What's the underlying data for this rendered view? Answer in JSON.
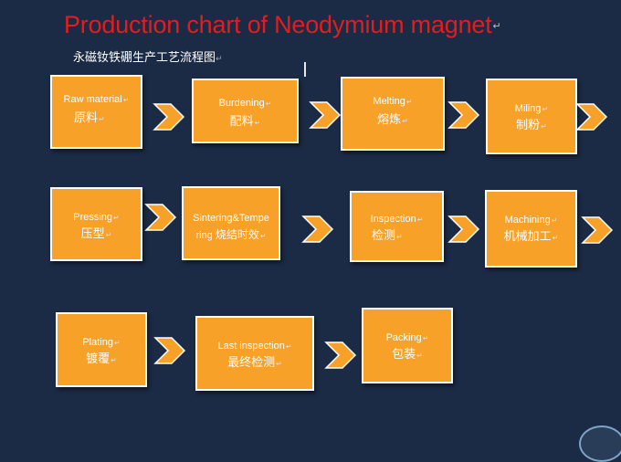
{
  "title": "Production chart of Neodymium magnet",
  "subtitle": "永磁钕铁硼生产工艺流程图",
  "paragraph_mark": "↵",
  "steps": [
    {
      "en": "Raw material",
      "zh": "原料"
    },
    {
      "en": "Burdening",
      "zh": "配料"
    },
    {
      "en": "Melting",
      "zh": "熔炼"
    },
    {
      "en": "Miling",
      "zh": "制粉"
    },
    {
      "en": "Pressing",
      "zh": "压型"
    },
    {
      "en": "Sintering&Tempe ring",
      "zh": "烧结时效"
    },
    {
      "en": "Inspection",
      "zh": "检测"
    },
    {
      "en": "Machining",
      "zh": "机械加工"
    },
    {
      "en": "Plating",
      "zh": "镀覆"
    },
    {
      "en": "Last inspection",
      "zh": "最终检测"
    },
    {
      "en": "Packing",
      "zh": "包装"
    }
  ],
  "colors": {
    "background": "#1b2a45",
    "box_fill": "#f7a129",
    "box_border": "#ffffff",
    "arrow_fill": "#f7a129",
    "title": "#e31d1d"
  }
}
